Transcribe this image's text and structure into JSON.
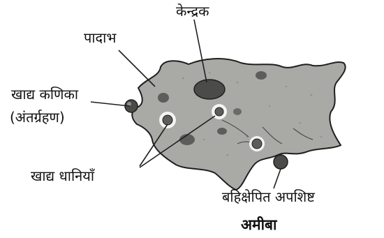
{
  "diagram": {
    "title": "अमीबा",
    "labels": {
      "nucleus": "केन्द्रक",
      "pseudopodium": "पादाभ",
      "food_particle_line1": "खाद्य कणिका",
      "food_particle_line2": "(अंतर्ग्रहण)",
      "food_vacuoles": "खाद्य धानियाँ",
      "egested_waste": "बहिक्षेपित अपशिष्ट"
    }
  },
  "colors": {
    "background": "#ffffff",
    "cytoplasm": "#a9aaa6",
    "membrane": "#1f1f1f",
    "organelle": "#5d5e5b",
    "vacuole_halo": "#f4f4f2",
    "text": "#111111"
  }
}
